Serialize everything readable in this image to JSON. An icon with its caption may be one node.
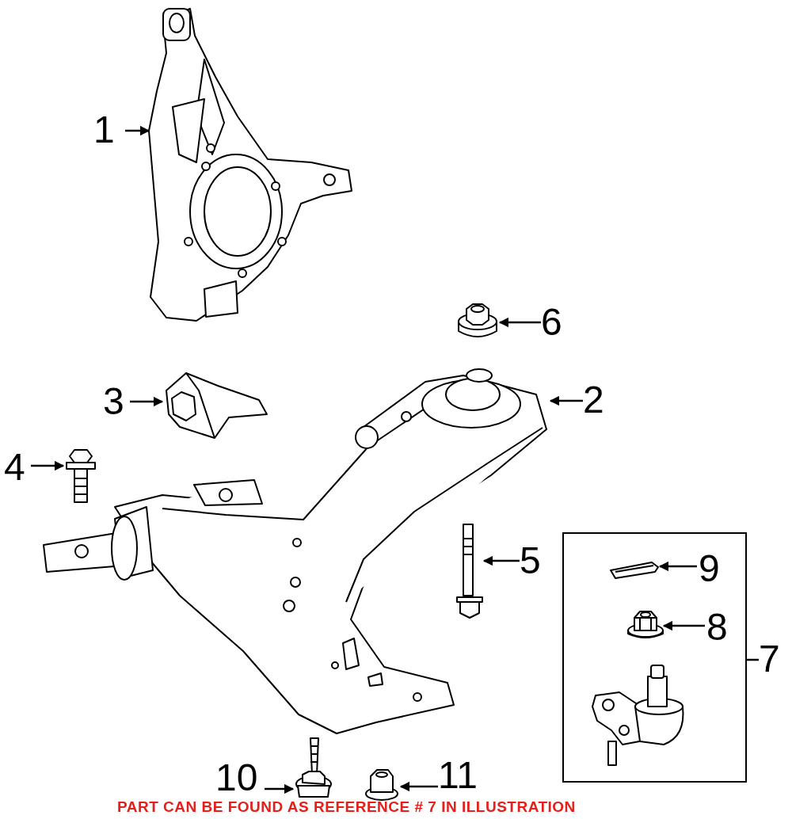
{
  "diagram": {
    "nodes": [
      {
        "text": [
          "1"
        ]
      },
      {
        "text": [],
        "shape": "picture"
      },
      {
        "text": [
          "6"
        ]
      },
      {
        "text": [],
        "shape": "picture"
      },
      {
        "text": [
          "3"
        ]
      },
      {
        "text": [],
        "shape": "picture"
      },
      {
        "text": [
          "2"
        ]
      },
      {
        "text": [],
        "shape": "picture"
      },
      {
        "text": [
          "4"
        ]
      },
      {
        "text": [],
        "shape": "picture"
      },
      {
        "text": [
          "5"
        ]
      },
      {
        "text": [],
        "shape": "picture"
      },
      {
        "text": [],
        "shape": "box"
      },
      {
        "text": [
          "7"
        ]
      },
      {
        "text": [],
        "shape": "picture",
        "in": 12
      },
      {
        "text": [
          "9"
        ],
        "in": 12
      },
      {
        "text": [],
        "shape": "picture",
        "in": 12
      },
      {
        "text": [
          "8"
        ],
        "in": 12
      },
      {
        "text": [],
        "shape": "picture",
        "in": 12
      },
      {
        "text": [],
        "shape": "picture"
      },
      {
        "text": [
          "10"
        ]
      },
      {
        "text": [],
        "shape": "picture"
      },
      {
        "text": [
          "11"
        ]
      }
    ],
    "edges": [
      {
        "from": 0,
        "to": 1,
        "arrow": "to"
      },
      {
        "from": 2,
        "to": 3,
        "arrow": "to"
      },
      {
        "from": 4,
        "to": 5,
        "arrow": "to"
      },
      {
        "from": 6,
        "to": 7,
        "arrow": "to"
      },
      {
        "from": 8,
        "to": 9,
        "arrow": "to"
      },
      {
        "from": 10,
        "to": 11,
        "arrow": "to"
      },
      {
        "from": 13,
        "to": 12,
        "arrow": "none"
      },
      {
        "from": 15,
        "to": 14,
        "arrow": "to"
      },
      {
        "from": 17,
        "to": 16,
        "arrow": "to"
      },
      {
        "from": 20,
        "to": 19,
        "arrow": "to"
      },
      {
        "from": 22,
        "to": 21,
        "arrow": "to"
      }
    ],
    "labels": [
      "PART CAN BE FOUND AS REFERENCE # 7 IN ILLUSTRATION"
    ]
  }
}
